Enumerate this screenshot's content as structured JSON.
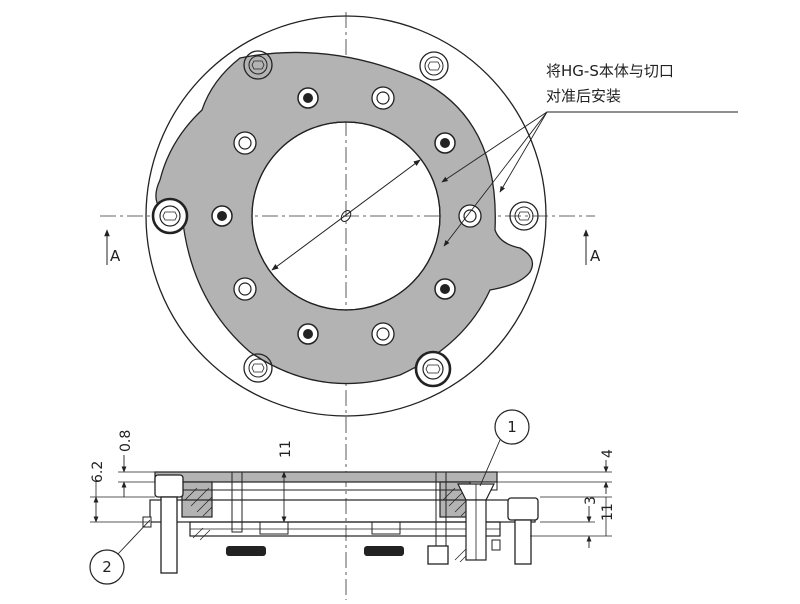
{
  "annotation": {
    "line1": "将HG-S本体与切口",
    "line2": "对准后安装"
  },
  "section_marks": {
    "left": "A",
    "right": "A"
  },
  "callouts": {
    "item1": "1",
    "item2": "2"
  },
  "dimensions": {
    "d_0_8": "0.8",
    "d_6_2": "6.2",
    "d_11_center": "11",
    "d_4": "4",
    "d_3": "3",
    "d_11_right": "11"
  },
  "colors": {
    "ring_fill": "#b3b3b3",
    "line": "#222222",
    "background": "#ffffff"
  }
}
